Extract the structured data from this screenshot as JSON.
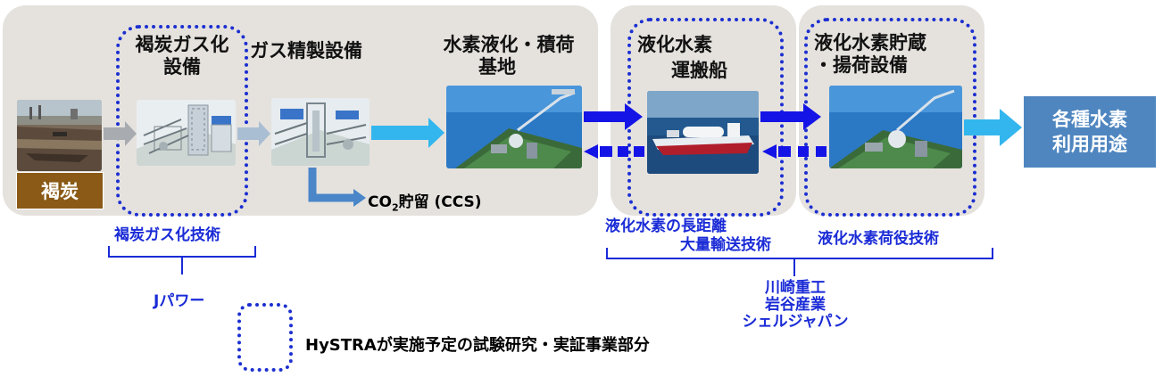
{
  "stages": {
    "lignite_label": "褐炭",
    "gasification_title_1": "褐炭ガス化",
    "gasification_title_2": "設備",
    "purification_title": "ガス精製設備",
    "liquefaction_title_1": "水素液化・積荷",
    "liquefaction_title_2": "基地",
    "carrier_title_1": "液化水素",
    "carrier_title_2": "運搬船",
    "storage_title_1": "液化水素貯蔵",
    "storage_title_2": "・揚荷設備",
    "uses_line_1": "各種水素",
    "uses_line_2": "利用用途",
    "ccs_prefix": "CO",
    "ccs_subscript": "2",
    "ccs_suffix": "貯留 (CCS)"
  },
  "technologies": {
    "gasification_tech": "褐炭ガス化技術",
    "transport_tech_1": "液化水素の長距離",
    "transport_tech_2": "大量輸送技術",
    "cargo_tech": "液化水素荷役技術"
  },
  "companies": {
    "jpower": "Jパワー",
    "partner_1": "川崎重工",
    "partner_2": "岩谷産業",
    "partner_3": "シェルジャパン"
  },
  "legend": {
    "text": "HySTRAが実施予定の試験研究・実証事業部分"
  },
  "colors": {
    "panel": "#e5e2de",
    "dotted_border": "#1c2fd0",
    "label_blue": "#1a2bd6",
    "lignite_brown": "#8a5a16",
    "uses_blue": "#4f86c0",
    "flow_arrow_light": "#33b6ee",
    "flow_arrow_dark": "#1414e6",
    "ccs_arrow": "#4a86c8",
    "gray_arrow": "#a8acb0"
  }
}
